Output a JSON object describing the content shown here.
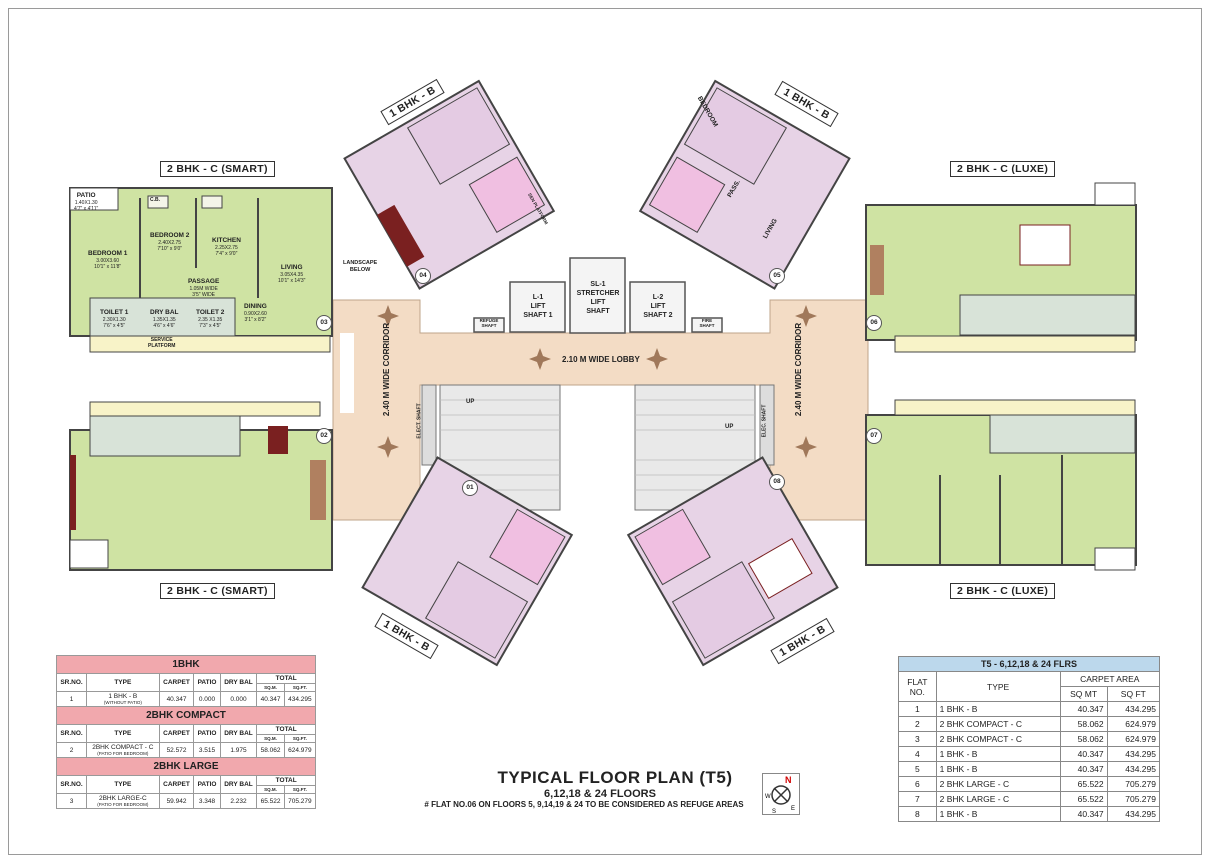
{
  "unit_tags": {
    "top_left_1bhk": "1 BHK - B",
    "top_right_1bhk": "1 BHK - B",
    "left_top_2bhk": "2 BHK - C (SMART)",
    "right_top_2bhk": "2 BHK - C (LUXE)",
    "left_bottom_2bhk": "2 BHK - C (SMART)",
    "right_bottom_2bhk": "2 BHK - C (LUXE)",
    "bottom_left_1bhk": "1 BHK - B",
    "bottom_right_1bhk": "1 BHK - B"
  },
  "core": {
    "lift1": "L-1\nLIFT\nSHAFT 1",
    "stretcher": "SL-1\nSTRETCHER\nLIFT\nSHAFT",
    "lift2": "L-2\nLIFT\nSHAFT 2",
    "lobby": "2.10 M WIDE LOBBY",
    "corridor_left": "2.40 M WIDE CORRIDOR",
    "corridor_right": "2.40 M WIDE CORRIDOR",
    "refuse_shaft": "REFUGE\nSHAFT",
    "fire_shaft": "FIRE\nSHAFT",
    "elect_shaft": "ELECT. SHAFT",
    "elec_shaft": "ELEC. SHAFT",
    "up1": "UP",
    "up2": "UP",
    "landscape": "LANDSCAPE\nBELOW"
  },
  "rooms": {
    "patio_tl": "PATIO",
    "patio_tl_dim": "1.40X1.30\n4'7\" x 4'11\"",
    "cb": "C.B.",
    "bedroom1": "BEDROOM 1",
    "bedroom1_dim": "3.00X3.60\n10'1\" x 11'8\"",
    "bedroom2": "BEDROOM 2",
    "bedroom2_dim": "2.40X2.75\n7'10\" x 9'0\"",
    "kitchen": "KITCHEN",
    "kitchen_dim": "2.25X2.75\n7'4\" x 9'0\"",
    "passage": "PASSAGE",
    "passage_dim": "1.05M WIDE\n3'5\" WIDE",
    "living": "LIVING",
    "living_dim": "3.05X4.35\n10'1\" x 14'3\"",
    "dining": "DINING",
    "dining_dim": "0.90X2.60\n3'1\" x 8'2\"",
    "toilet1": "TOILET 1",
    "toilet1_dim": "2.30X1.30\n7'6\" x 4'5\"",
    "drybal": "DRY BAL",
    "drybal_dim": "1.35X1.35\n4'6\" x 4'6\"",
    "toilet2": "TOILET 2",
    "toilet2_dim": "2.35 X1.35\n7'3\" x 4'5\"",
    "service": "SERVICE\nPLATFORM",
    "bedroom": "BEDROOM",
    "living1": "LIVING",
    "pass": "PASS.",
    "sen_platform": "SEN PLATFORM"
  },
  "unit_numbers": [
    "01",
    "02",
    "03",
    "04",
    "05",
    "06",
    "07",
    "08"
  ],
  "table_1bhk": {
    "band": "1BHK",
    "headers": [
      "SR.NO.",
      "TYPE",
      "CARPET",
      "PATIO",
      "DRY BAL",
      "TOTAL"
    ],
    "sub": [
      "SQ.M.",
      "SQ.FT."
    ],
    "row": {
      "sr": "1",
      "type": "1 BHK - B",
      "note": "(WITHOUT PATIO)",
      "carpet": "40.347",
      "patio": "0.000",
      "drybal": "0.000",
      "sqm": "40.347",
      "sqft": "434.295"
    }
  },
  "table_2bhk_compact": {
    "band": "2BHK COMPACT",
    "headers": [
      "SR.NO.",
      "TYPE",
      "CARPET",
      "PATIO",
      "DRY BAL",
      "TOTAL"
    ],
    "sub": [
      "SQ.M.",
      "SQ.FT."
    ],
    "row": {
      "sr": "2",
      "type": "2BHK COMPACT - C",
      "note": "(PATIO FOR BEDROOM)",
      "carpet": "52.572",
      "patio": "3.515",
      "drybal": "1.975",
      "sqm": "58.062",
      "sqft": "624.979"
    }
  },
  "table_2bhk_large": {
    "band": "2BHK LARGE",
    "headers": [
      "SR.NO.",
      "TYPE",
      "CARPET",
      "PATIO",
      "DRY BAL",
      "TOTAL"
    ],
    "sub": [
      "SQ.M.",
      "SQ.FT."
    ],
    "row": {
      "sr": "3",
      "type": "2BHK LARGE-C",
      "note": "(PATIO FOR BEDROOM)",
      "carpet": "59.942",
      "patio": "3.348",
      "drybal": "2.232",
      "sqm": "65.522",
      "sqft": "705.279"
    }
  },
  "table_t5": {
    "head": "T5 - 6,12,18 & 24 FLRS",
    "col_flat": "FLAT\nNO.",
    "col_type": "TYPE",
    "col_area": "CARPET AREA",
    "col_sqmt": "SQ MT",
    "col_sqft": "SQ FT",
    "rows": [
      {
        "no": "1",
        "type": "1 BHK - B",
        "sqmt": "40.347",
        "sqft": "434.295"
      },
      {
        "no": "2",
        "type": "2 BHK COMPACT - C",
        "sqmt": "58.062",
        "sqft": "624.979"
      },
      {
        "no": "3",
        "type": "2 BHK COMPACT - C",
        "sqmt": "58.062",
        "sqft": "624.979"
      },
      {
        "no": "4",
        "type": "1 BHK - B",
        "sqmt": "40.347",
        "sqft": "434.295"
      },
      {
        "no": "5",
        "type": "1 BHK - B",
        "sqmt": "40.347",
        "sqft": "434.295"
      },
      {
        "no": "6",
        "type": "2 BHK LARGE - C",
        "sqmt": "65.522",
        "sqft": "705.279"
      },
      {
        "no": "7",
        "type": "2 BHK LARGE - C",
        "sqmt": "65.522",
        "sqft": "705.279"
      },
      {
        "no": "8",
        "type": "1 BHK - B",
        "sqmt": "40.347",
        "sqft": "434.295"
      }
    ]
  },
  "title": {
    "main": "TYPICAL FLOOR PLAN (T5)",
    "floors": "6,12,18 & 24 FLOORS",
    "note": "# FLAT NO.06 ON FLOORS 5, 9,14,19 & 24 TO BE CONSIDERED AS REFUGE AREAS"
  },
  "compass": {
    "n": "N",
    "s": "S",
    "e": "E",
    "w": "W"
  },
  "colors": {
    "smart_unit": "#cfe3a3",
    "onebhk_unit": "#e7d3e6",
    "corridor": "#f2dcc6",
    "wall": "#444444",
    "band_pink": "#f1a8ad",
    "band_blue": "#bcd8ec"
  }
}
